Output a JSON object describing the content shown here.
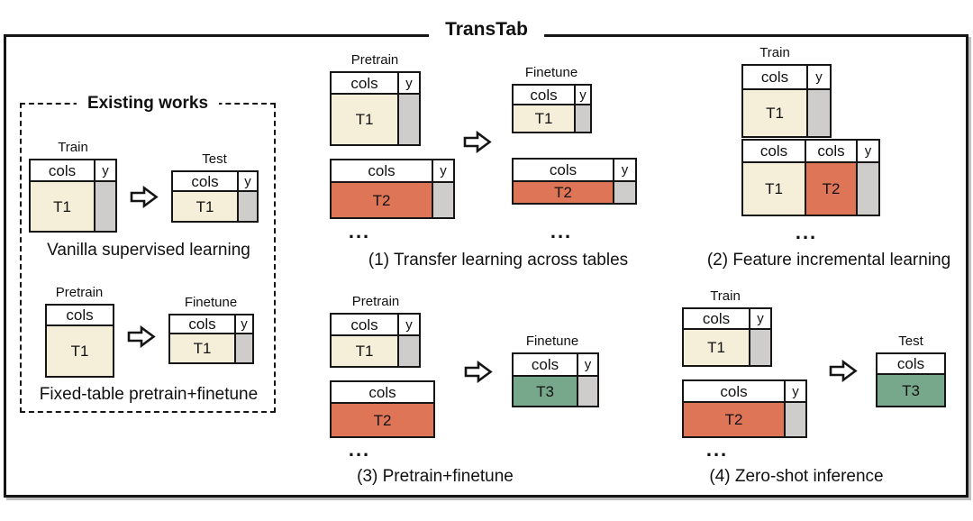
{
  "title": "TransTab",
  "colors": {
    "cream": "#F5EFDA",
    "orange": "#DF7557",
    "green": "#77A88B",
    "gray": "#CECDCB",
    "line": "#151515",
    "background": "#FFFFFF"
  },
  "cells": {
    "cols": "cols",
    "y": "y",
    "t1": "T1",
    "t2": "T2",
    "t3": "T3"
  },
  "ellipsis": "...",
  "stages": {
    "train": "Train",
    "test": "Test",
    "pretrain": "Pretrain",
    "finetune": "Finetune"
  },
  "existing_box": {
    "title": "Existing works",
    "vanilla_caption": "Vanilla supervised learning",
    "fixed_caption": "Fixed-table pretrain+finetune"
  },
  "scenarios": {
    "s1": "(1) Transfer learning across tables",
    "s2": "(2) Feature incremental learning",
    "s3": "(3) Pretrain+finetune",
    "s4": "(4) Zero-shot inference"
  }
}
